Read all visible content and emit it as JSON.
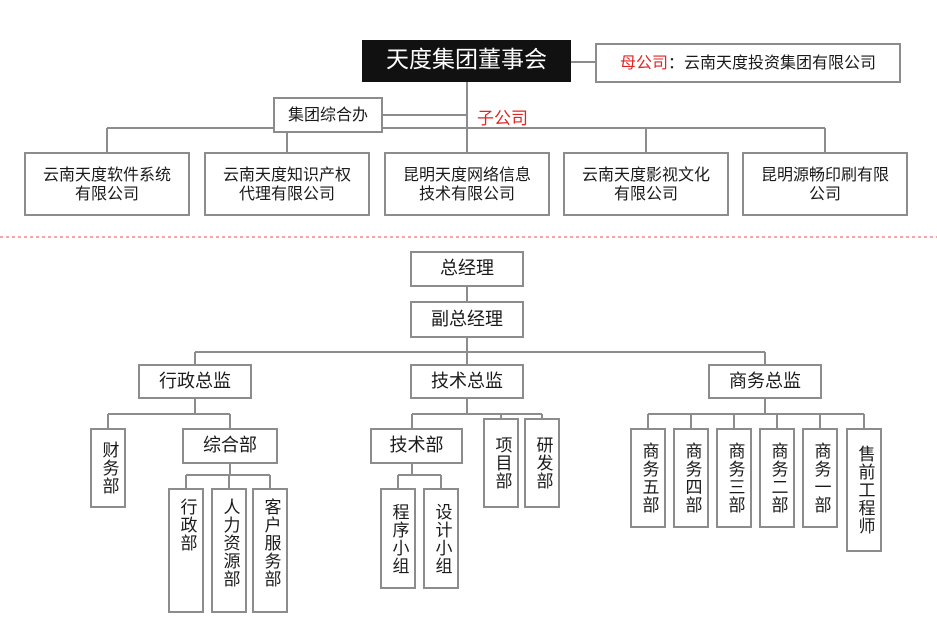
{
  "chart_data": {
    "type": "org-chart",
    "title": "天度集团董事会",
    "parent_company": {
      "label": "母公司",
      "separator": "：",
      "name": "云南天度投资集团有限公司"
    },
    "office": "集团综合办",
    "subsidiary_label": "子公司",
    "subsidiaries": [
      {
        "line1": "云南天度软件系统",
        "line2": "有限公司"
      },
      {
        "line1": "云南天度知识产权",
        "line2": "代理有限公司"
      },
      {
        "line1": "昆明天度网络信息",
        "line2": "技术有限公司"
      },
      {
        "line1": "云南天度影视文化",
        "line2": "有限公司"
      },
      {
        "line1": "昆明源畅印刷有限",
        "line2": "公司"
      }
    ],
    "general_manager": "总经理",
    "deputy_general_manager": "副总经理",
    "directors": {
      "admin": "行政总监",
      "tech": "技术总监",
      "business": "商务总监"
    },
    "admin_units": {
      "finance": "财务部",
      "general": "综合部",
      "general_sub": [
        "行政部",
        "人力资源部",
        "客户服务部"
      ]
    },
    "tech_units": {
      "tech_dept": "技术部",
      "tech_sub": [
        "程序小组",
        "设计小组"
      ],
      "project": "项目部",
      "rnd": "研发部"
    },
    "business_units": [
      "商务五部",
      "商务四部",
      "商务三部",
      "商务二部",
      "商务一部",
      "售前工程师"
    ]
  }
}
